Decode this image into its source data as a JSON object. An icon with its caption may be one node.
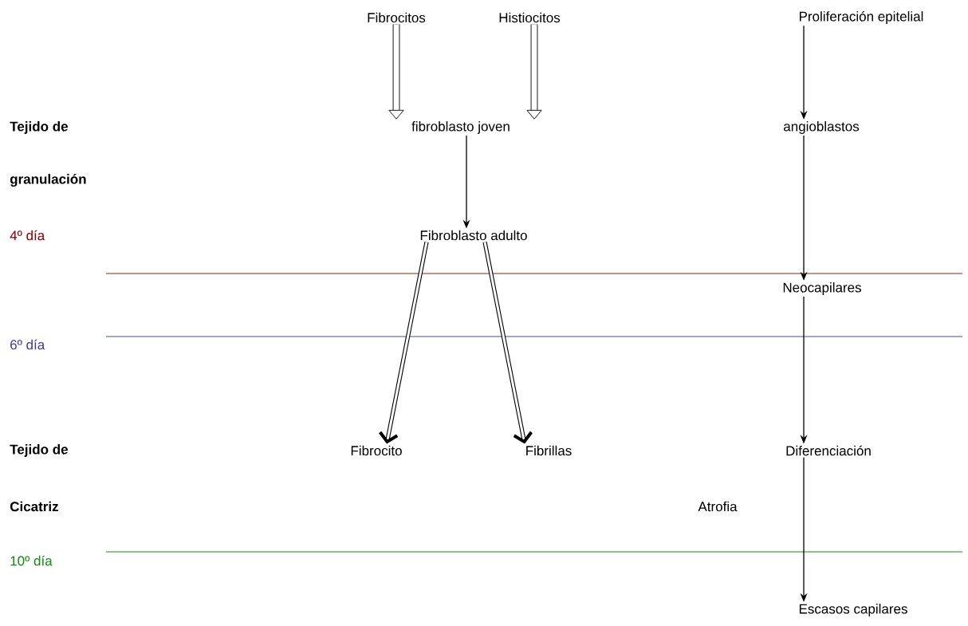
{
  "diagram": {
    "nodes": [
      {
        "text": [
          "Fibrocitos"
        ]
      },
      {
        "text": [
          "Histiocitos"
        ]
      },
      {
        "text": [
          "Proliferación epitelial"
        ]
      },
      {
        "text": [
          "fibroblasto joven"
        ]
      },
      {
        "text": [
          "angioblastos"
        ]
      },
      {
        "text": [
          "Fibroblasto adulto"
        ]
      },
      {
        "text": [
          "Neocapilares"
        ]
      },
      {
        "text": [
          "Fibrocito"
        ]
      },
      {
        "text": [
          "Fibrillas"
        ]
      },
      {
        "text": [
          "Diferenciación"
        ]
      },
      {
        "text": [
          "Escasos capilares"
        ]
      }
    ],
    "edges": [
      {
        "from": 0,
        "to": 3,
        "arrow": "to",
        "style": "thick"
      },
      {
        "from": 1,
        "to": 3,
        "arrow": "to",
        "style": "thick"
      },
      {
        "from": 2,
        "to": 4,
        "arrow": "to"
      },
      {
        "from": 3,
        "to": 5,
        "arrow": "to"
      },
      {
        "from": 4,
        "to": 6,
        "arrow": "to"
      },
      {
        "from": 5,
        "to": 7,
        "arrow": "to",
        "style": "thick"
      },
      {
        "from": 5,
        "to": 8,
        "arrow": "to",
        "style": "thick"
      },
      {
        "from": 6,
        "to": 9,
        "arrow": "to"
      },
      {
        "from": 9,
        "to": 10,
        "arrow": "to"
      }
    ],
    "labels": [
      "Tejido de",
      "granulación",
      "4º día",
      "6º día",
      "Tejido de",
      "Cicatriz",
      "Atrofia",
      "10º día"
    ]
  }
}
